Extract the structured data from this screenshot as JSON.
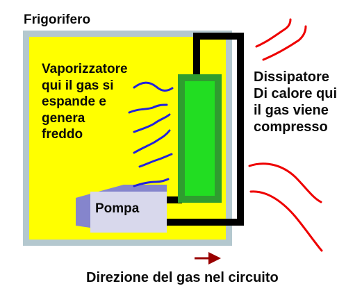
{
  "title": "Frigorifero",
  "evaporator": {
    "lines": [
      "Vaporizzatore",
      "qui il gas si",
      "espande e",
      "genera",
      "freddo"
    ]
  },
  "condenser": {
    "lines": [
      "Dissipatore",
      "Di calore qui",
      "il gas viene",
      "compresso"
    ]
  },
  "pump": {
    "label": "Pompa"
  },
  "direction": {
    "label": "Direzione del gas nel circuito"
  },
  "colors": {
    "fridge_wall": "#b4c8cf",
    "fridge_interior": "#ffff00",
    "radiator_outer": "#2f9d2f",
    "radiator_inner": "#22dd22",
    "pipe": "#000000",
    "pump_body": "#8585cc",
    "pump_head": "#d8d8ec",
    "cold_waves": "#2222dd",
    "heat_waves": "#ee0000",
    "direction_arrow": "#990000"
  }
}
